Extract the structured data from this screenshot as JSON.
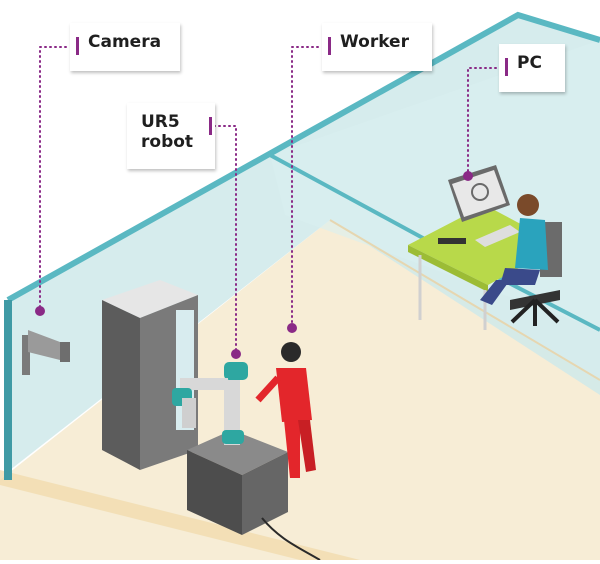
{
  "labels": {
    "camera": "Camera",
    "ur5_line1": "UR5",
    "ur5_line2": "robot",
    "worker": "Worker",
    "pc": "PC"
  },
  "colors": {
    "wall_glass": "#cfe9ea",
    "wall_edge": "#5ab8c2",
    "floor": "#f7edd6",
    "floor_edge": "#f1d9a8",
    "leader": "#8a2a86",
    "worker_suit": "#e3262b",
    "robot_joint": "#2ea7a1",
    "desk": "#b8d94a"
  }
}
